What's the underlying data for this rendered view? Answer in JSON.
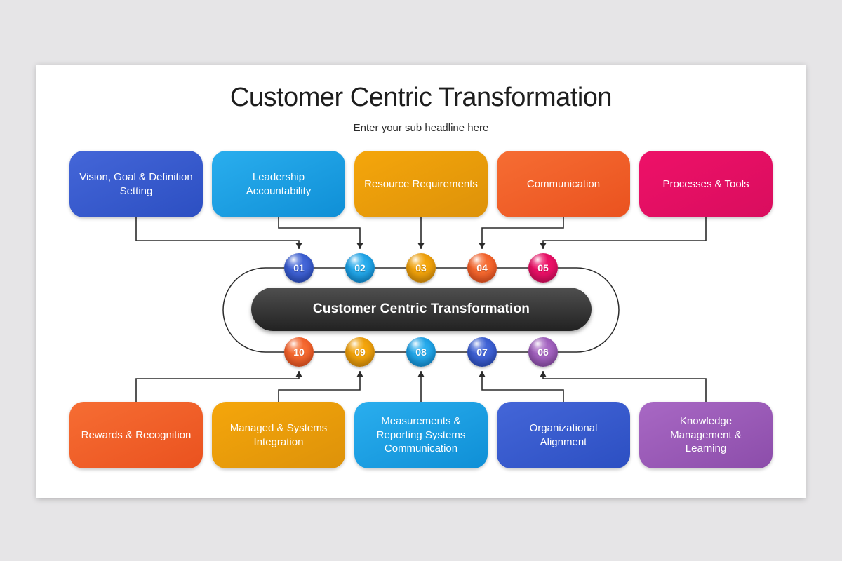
{
  "title": "Customer Centric Transformation",
  "subtitle": "Enter your sub headline here",
  "center": {
    "label": "Customer Centric Transformation"
  },
  "colors": {
    "background": "#e6e5e7",
    "card": "#ffffff",
    "connector": "#2b2b2b",
    "blue": {
      "from": "#4466d8",
      "to": "#2c4fc2"
    },
    "lightblue": {
      "from": "#2aaeee",
      "to": "#0f8fd6"
    },
    "amber": {
      "from": "#f5a60b",
      "to": "#dd920a"
    },
    "orange": {
      "from": "#f66d33",
      "to": "#ea521f"
    },
    "pink": {
      "from": "#ee1168",
      "to": "#d90d5e"
    },
    "purple": {
      "from": "#a868c4",
      "to": "#8c4daa"
    },
    "dark": {
      "from": "#4f4f4f",
      "to": "#222222"
    }
  },
  "top_boxes": [
    {
      "label": "Vision, Goal & Definition Setting",
      "color": "blue",
      "step": "01"
    },
    {
      "label": "Leadership Accountability",
      "color": "lightblue",
      "step": "02"
    },
    {
      "label": "Resource Requirements",
      "color": "amber",
      "step": "03"
    },
    {
      "label": "Communication",
      "color": "orange",
      "step": "04"
    },
    {
      "label": "Processes & Tools",
      "color": "pink",
      "step": "05"
    }
  ],
  "bottom_boxes": [
    {
      "label": "Rewards & Recognition",
      "color": "orange",
      "step": "10"
    },
    {
      "label": "Managed & Systems Integration",
      "color": "amber",
      "step": "09"
    },
    {
      "label": "Measurements & Reporting Systems Communication",
      "color": "lightblue",
      "step": "08"
    },
    {
      "label": "Organizational Alignment",
      "color": "blue",
      "step": "07"
    },
    {
      "label": "Knowledge Management & Learning",
      "color": "purple",
      "step": "06"
    }
  ],
  "top_circles": [
    {
      "num": "01",
      "color": "blue"
    },
    {
      "num": "02",
      "color": "lightblue"
    },
    {
      "num": "03",
      "color": "amber"
    },
    {
      "num": "04",
      "color": "orange"
    },
    {
      "num": "05",
      "color": "pink"
    }
  ],
  "bottom_circles": [
    {
      "num": "10",
      "color": "orange"
    },
    {
      "num": "09",
      "color": "amber"
    },
    {
      "num": "08",
      "color": "lightblue"
    },
    {
      "num": "07",
      "color": "blue"
    },
    {
      "num": "06",
      "color": "purple"
    }
  ]
}
